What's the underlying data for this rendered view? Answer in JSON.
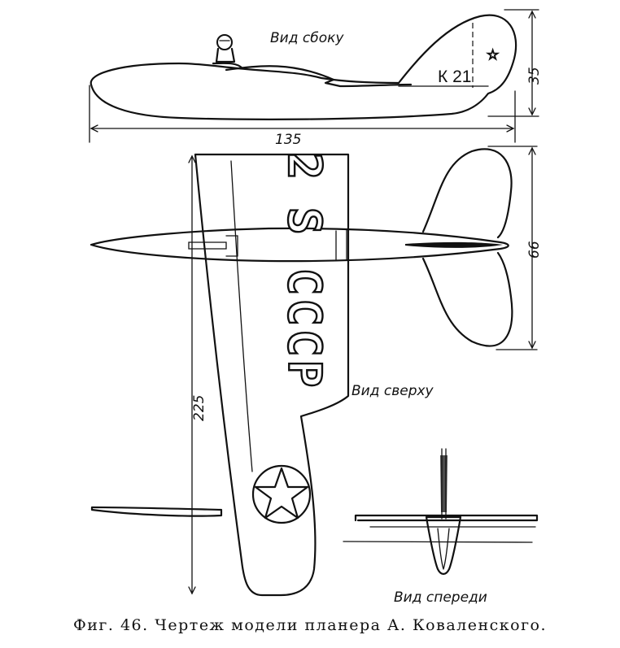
{
  "views": {
    "side": "Вид сбоку",
    "top": "Вид сверху",
    "front": "Вид спереди"
  },
  "dimensions": {
    "length": "135",
    "tail_height": "35",
    "tail_span": "66",
    "wing_span": "225"
  },
  "markings": {
    "tail_code": "К 21",
    "wing_upper": "2 S",
    "wing_lower": "СССР"
  },
  "caption": "Фиг. 46. Чертеж модели планера А. Коваленского."
}
